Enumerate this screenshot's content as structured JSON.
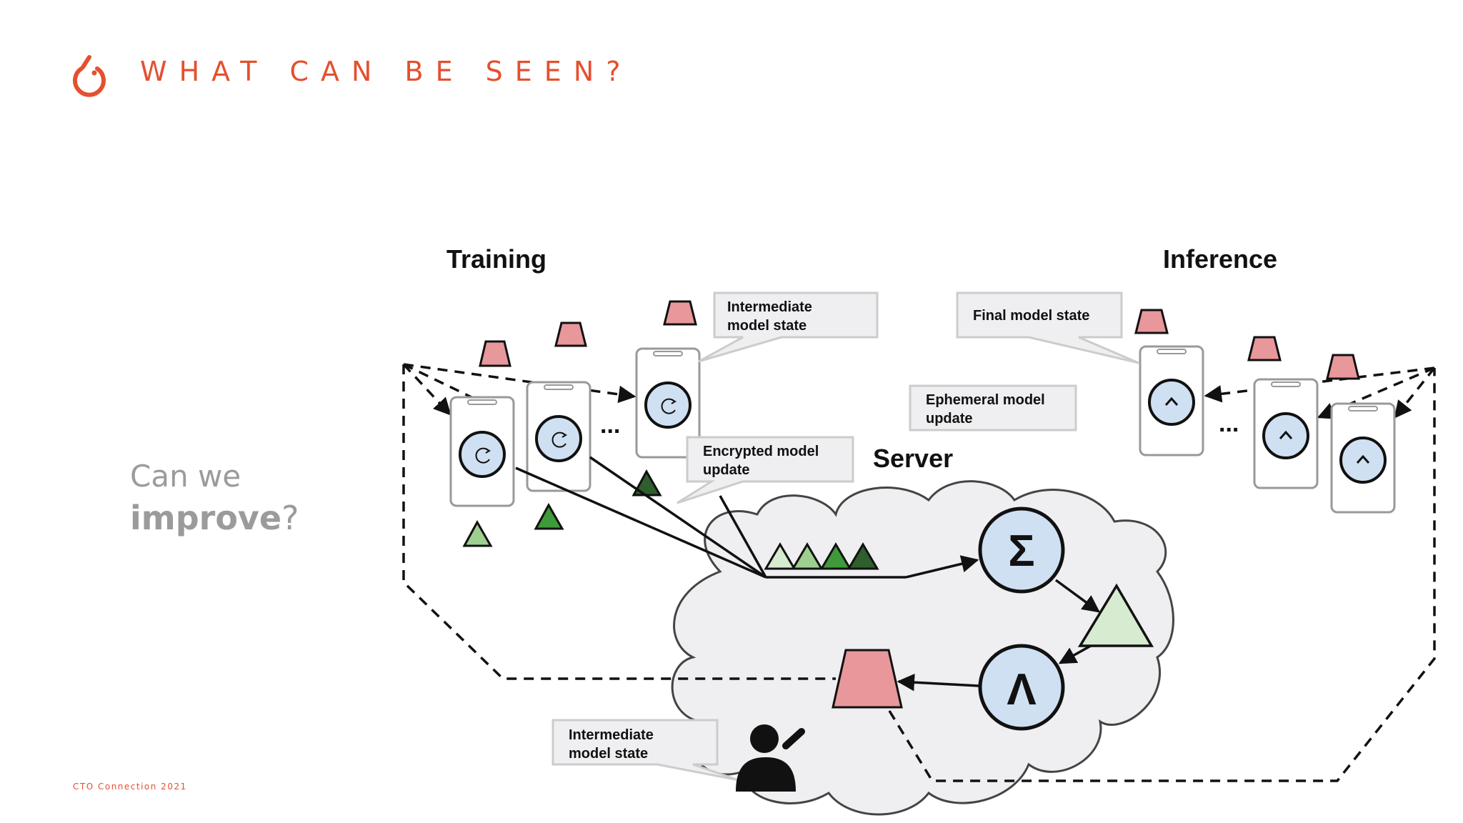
{
  "header": {
    "title": "WHAT CAN BE SEEN?",
    "brand_color": "#e4502f"
  },
  "side_question": {
    "line1": "Can we",
    "line2_bold": "improve",
    "line2_suffix": "?"
  },
  "footer": {
    "text": "CTO Connection 2021"
  },
  "diagram": {
    "training_label": "Training",
    "inference_label": "Inference",
    "server_label": "Server",
    "ellipsis": "...",
    "callouts": {
      "intermediate_top": [
        "Intermediate",
        "model state"
      ],
      "final_state": [
        "Final model state"
      ],
      "ephemeral": [
        "Ephemeral model",
        "update"
      ],
      "encrypted": [
        "Encrypted model",
        "update"
      ],
      "intermediate_bottom": [
        "Intermediate",
        "model state"
      ]
    },
    "symbols": {
      "sum": "Σ",
      "and": "Λ"
    },
    "icons": [
      "logo-icon",
      "refresh-icon",
      "chevron-up-icon",
      "observer-person-icon",
      "pencil-icon"
    ],
    "colors": {
      "cloud": "#efeef0",
      "phone_screen_circle": "#cfe0f2",
      "model_trapezoid": "#e8979b",
      "update_light": "#9fcf8f",
      "update_mid": "#3e9a3a",
      "update_dark": "#2f5f2c",
      "triangle_light": "#d6ebcf",
      "callout_fill": "#efeef0"
    }
  }
}
